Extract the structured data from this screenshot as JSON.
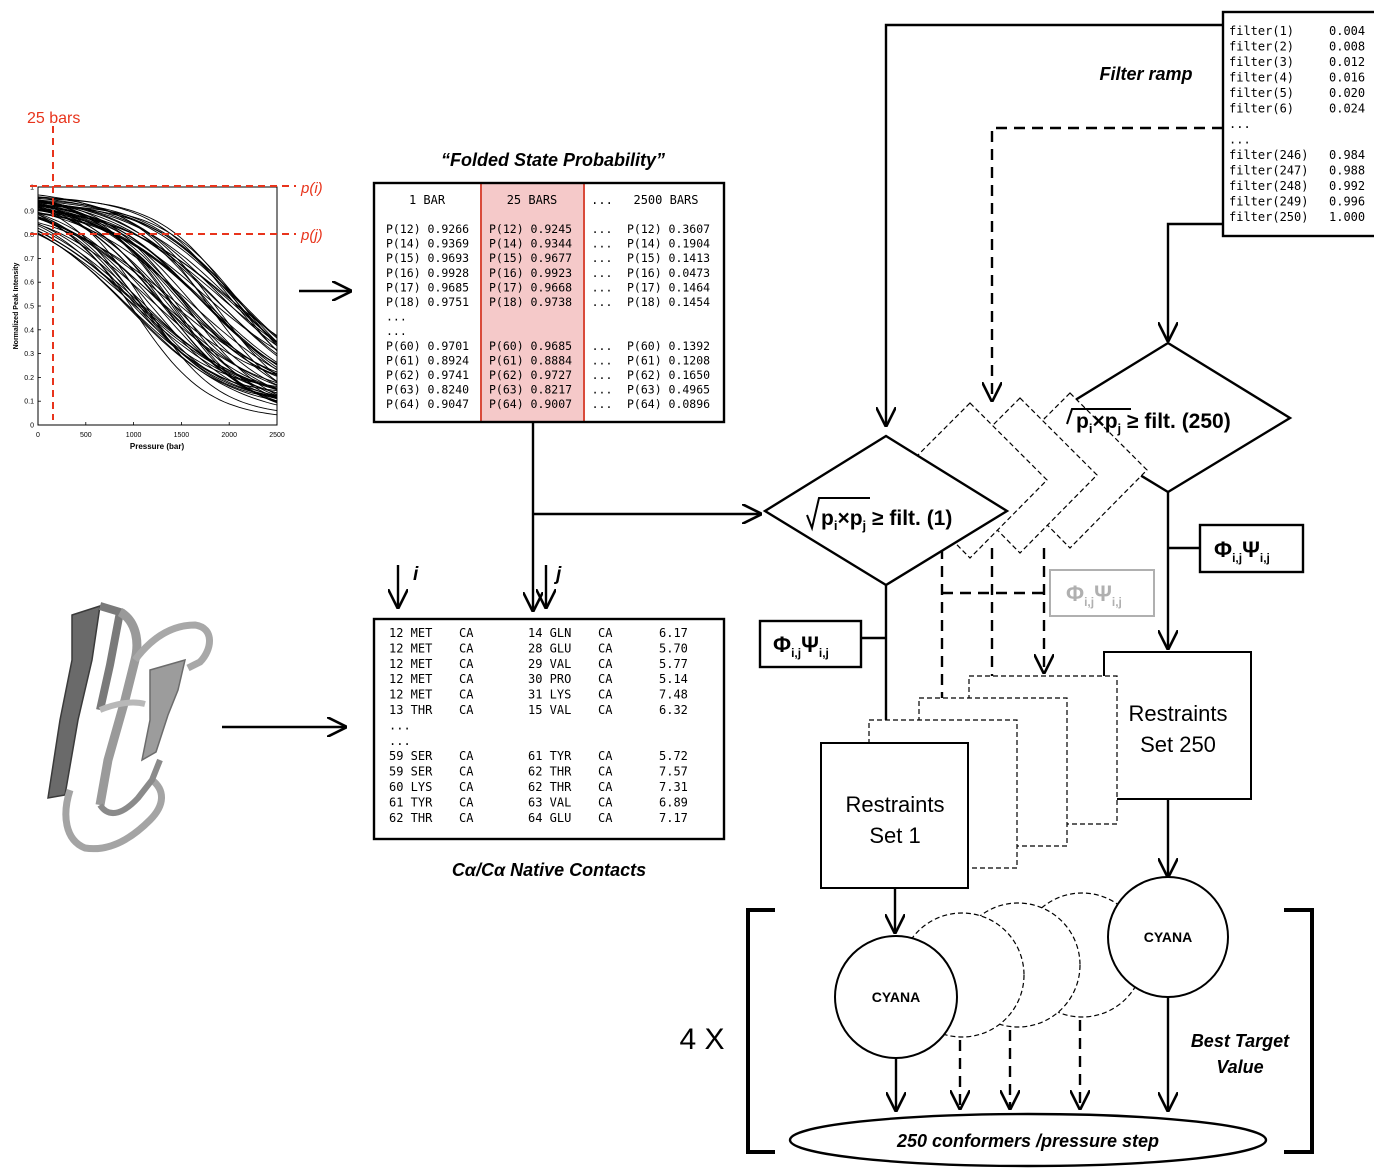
{
  "pressure_plot": {
    "marker_label": "25 bars",
    "pi_label": "p(i)",
    "pj_label": "p(j)",
    "ylabel": "Normalized Peak Intensity",
    "xlabel": "Pressure (bar)",
    "yticks": [
      "0",
      "0.1",
      "0.2",
      "0.3",
      "0.4",
      "0.5",
      "0.6",
      "0.7",
      "0.8",
      "0.9",
      "1"
    ],
    "xticks": [
      "0",
      "500",
      "1000",
      "1500",
      "2000",
      "2500"
    ]
  },
  "prob_table": {
    "title": "“Folded State Probability”",
    "headers": [
      "1 BAR",
      "25 BARS",
      "...",
      "2500 BARS"
    ],
    "col1": [
      "P(12) 0.9266",
      "P(14) 0.9369",
      "P(15) 0.9693",
      "P(16) 0.9928",
      "P(17) 0.9685",
      "P(18) 0.9751",
      "...",
      "...",
      "P(60) 0.9701",
      "P(61) 0.8924",
      "P(62) 0.9741",
      "P(63) 0.8240",
      "P(64) 0.9047"
    ],
    "col2": [
      "P(12) 0.9245",
      "P(14) 0.9344",
      "P(15) 0.9677",
      "P(16) 0.9923",
      "P(17) 0.9668",
      "P(18) 0.9738",
      "",
      "",
      "P(60) 0.9685",
      "P(61) 0.8884",
      "P(62) 0.9727",
      "P(63) 0.8217",
      "P(64) 0.9007"
    ],
    "dots": [
      "...",
      "...",
      "...",
      "...",
      "...",
      "...",
      "",
      "",
      "...",
      "...",
      "...",
      "...",
      "..."
    ],
    "col4": [
      "P(12) 0.3607",
      "P(14) 0.1904",
      "P(15) 0.1413",
      "P(16) 0.0473",
      "P(17) 0.1464",
      "P(18) 0.1454",
      "",
      "",
      "P(60) 0.1392",
      "P(61) 0.1208",
      "P(62) 0.1650",
      "P(63) 0.4965",
      "P(64) 0.0896"
    ]
  },
  "contacts": {
    "title": "Cα/Cα  Native Contacts",
    "label_i": "i",
    "label_j": "j",
    "rows": [
      [
        "12 MET",
        "CA",
        "14 GLN",
        "CA",
        "6.17"
      ],
      [
        "12 MET",
        "CA",
        "28 GLU",
        "CA",
        "5.70"
      ],
      [
        "12 MET",
        "CA",
        "29 VAL",
        "CA",
        "5.77"
      ],
      [
        "12 MET",
        "CA",
        "30 PRO",
        "CA",
        "5.14"
      ],
      [
        "12 MET",
        "CA",
        "31 LYS",
        "CA",
        "7.48"
      ],
      [
        "13 THR",
        "CA",
        "15 VAL",
        "CA",
        "6.32"
      ],
      [
        "...",
        "",
        "",
        "",
        ""
      ],
      [
        "...",
        "",
        "",
        "",
        ""
      ],
      [
        "59 SER",
        "CA",
        "61 TYR",
        "CA",
        "5.72"
      ],
      [
        "59 SER",
        "CA",
        "62 THR",
        "CA",
        "7.57"
      ],
      [
        "60 LYS",
        "CA",
        "62 THR",
        "CA",
        "7.31"
      ],
      [
        "61 TYR",
        "CA",
        "63 VAL",
        "CA",
        "6.89"
      ],
      [
        "62 THR",
        "CA",
        "64 GLU",
        "CA",
        "7.17"
      ]
    ]
  },
  "filter_ramp": {
    "title": "Filter  ramp",
    "rows": [
      [
        "filter(1)",
        "0.004"
      ],
      [
        "filter(2)",
        "0.008"
      ],
      [
        "filter(3)",
        "0.012"
      ],
      [
        "filter(4)",
        "0.016"
      ],
      [
        "filter(5)",
        "0.020"
      ],
      [
        "filter(6)",
        "0.024"
      ],
      [
        "...",
        ""
      ],
      [
        "...",
        ""
      ],
      [
        "filter(246)",
        "0.984"
      ],
      [
        "filter(247)",
        "0.988"
      ],
      [
        "filter(248)",
        "0.992"
      ],
      [
        "filter(249)",
        "0.996"
      ],
      [
        "filter(250)",
        "1.000"
      ]
    ]
  },
  "decisions": {
    "first_lhs": "p",
    "first_sub_i": "i",
    "times": "×",
    "first_sub_j": "j",
    "first_rhs": " ≥ filt. (1)",
    "last_rhs": " ≥ filt. (250)"
  },
  "angles": {
    "phi": "Φ",
    "psi": "Ψ",
    "sub": "i,j"
  },
  "restraints": {
    "first_line1": "Restraints",
    "first_line2": "Set 1",
    "last_line1": "Restraints",
    "last_line2": "Set 250"
  },
  "cyana": {
    "label": "CYANA"
  },
  "best_target": {
    "line1": "Best Target",
    "line2": "Value"
  },
  "repeat_label": "4 X",
  "output_label": "250 conformers /pressure step",
  "colors": {
    "red": "#e8341c",
    "highlight_fill": "#f5c9c9",
    "highlight_stroke": "#d94a3a",
    "faded": "#b0b0b0"
  }
}
